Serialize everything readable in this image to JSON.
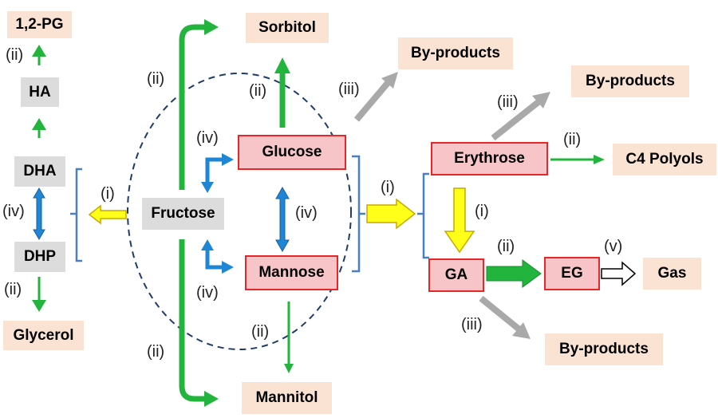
{
  "diagram": {
    "nodes": {
      "pg": "1,2-PG",
      "ha": "HA",
      "dha": "DHA",
      "dhp": "DHP",
      "glycerol": "Glycerol",
      "fructose": "Fructose",
      "sorbitol": "Sorbitol",
      "glucose": "Glucose",
      "mannose": "Mannose",
      "mannitol": "Mannitol",
      "byproducts_top": "By-products",
      "erythrose": "Erythrose",
      "byproducts_right": "By-products",
      "c4_polyols": "C4 Polyols",
      "ga": "GA",
      "eg": "EG",
      "gas": "Gas",
      "byproducts_bottom": "By-products"
    },
    "labels": {
      "l_pg": "(ii)",
      "l_dhp_dha": "(iv)",
      "l_glycerol": "(ii)",
      "l_fru_dha": "(i)",
      "l_fru_sorbitol": "(ii)",
      "l_fru_glucose": "(iv)",
      "l_glucose_sorbitol": "(ii)",
      "l_byprod_top": "(iii)",
      "l_glu_man": "(iv)",
      "l_fru_mannose": "(iv)",
      "l_mannose_mannitol": "(ii)",
      "l_fru_mannitol": "(ii)",
      "l_hex_split": "(i)",
      "l_ery_byprod": "(iii)",
      "l_ery_c4": "(ii)",
      "l_ery_ga": "(i)",
      "l_ga_eg": "(ii)",
      "l_eg_gas": "(v)",
      "l_ga_byprod": "(iii)"
    },
    "colors": {
      "green": "#22b43c",
      "yellow": "#ffff1a",
      "blue": "#1f86d6",
      "gray": "#a9a9a9",
      "red_border": "#e8262a",
      "red_fill": "#f7c5c8",
      "product_fill": "#fbe3d4",
      "gray_fill": "#dcdcdc",
      "bracket": "#4a7fc1",
      "circle": "#1f3b6b"
    }
  }
}
